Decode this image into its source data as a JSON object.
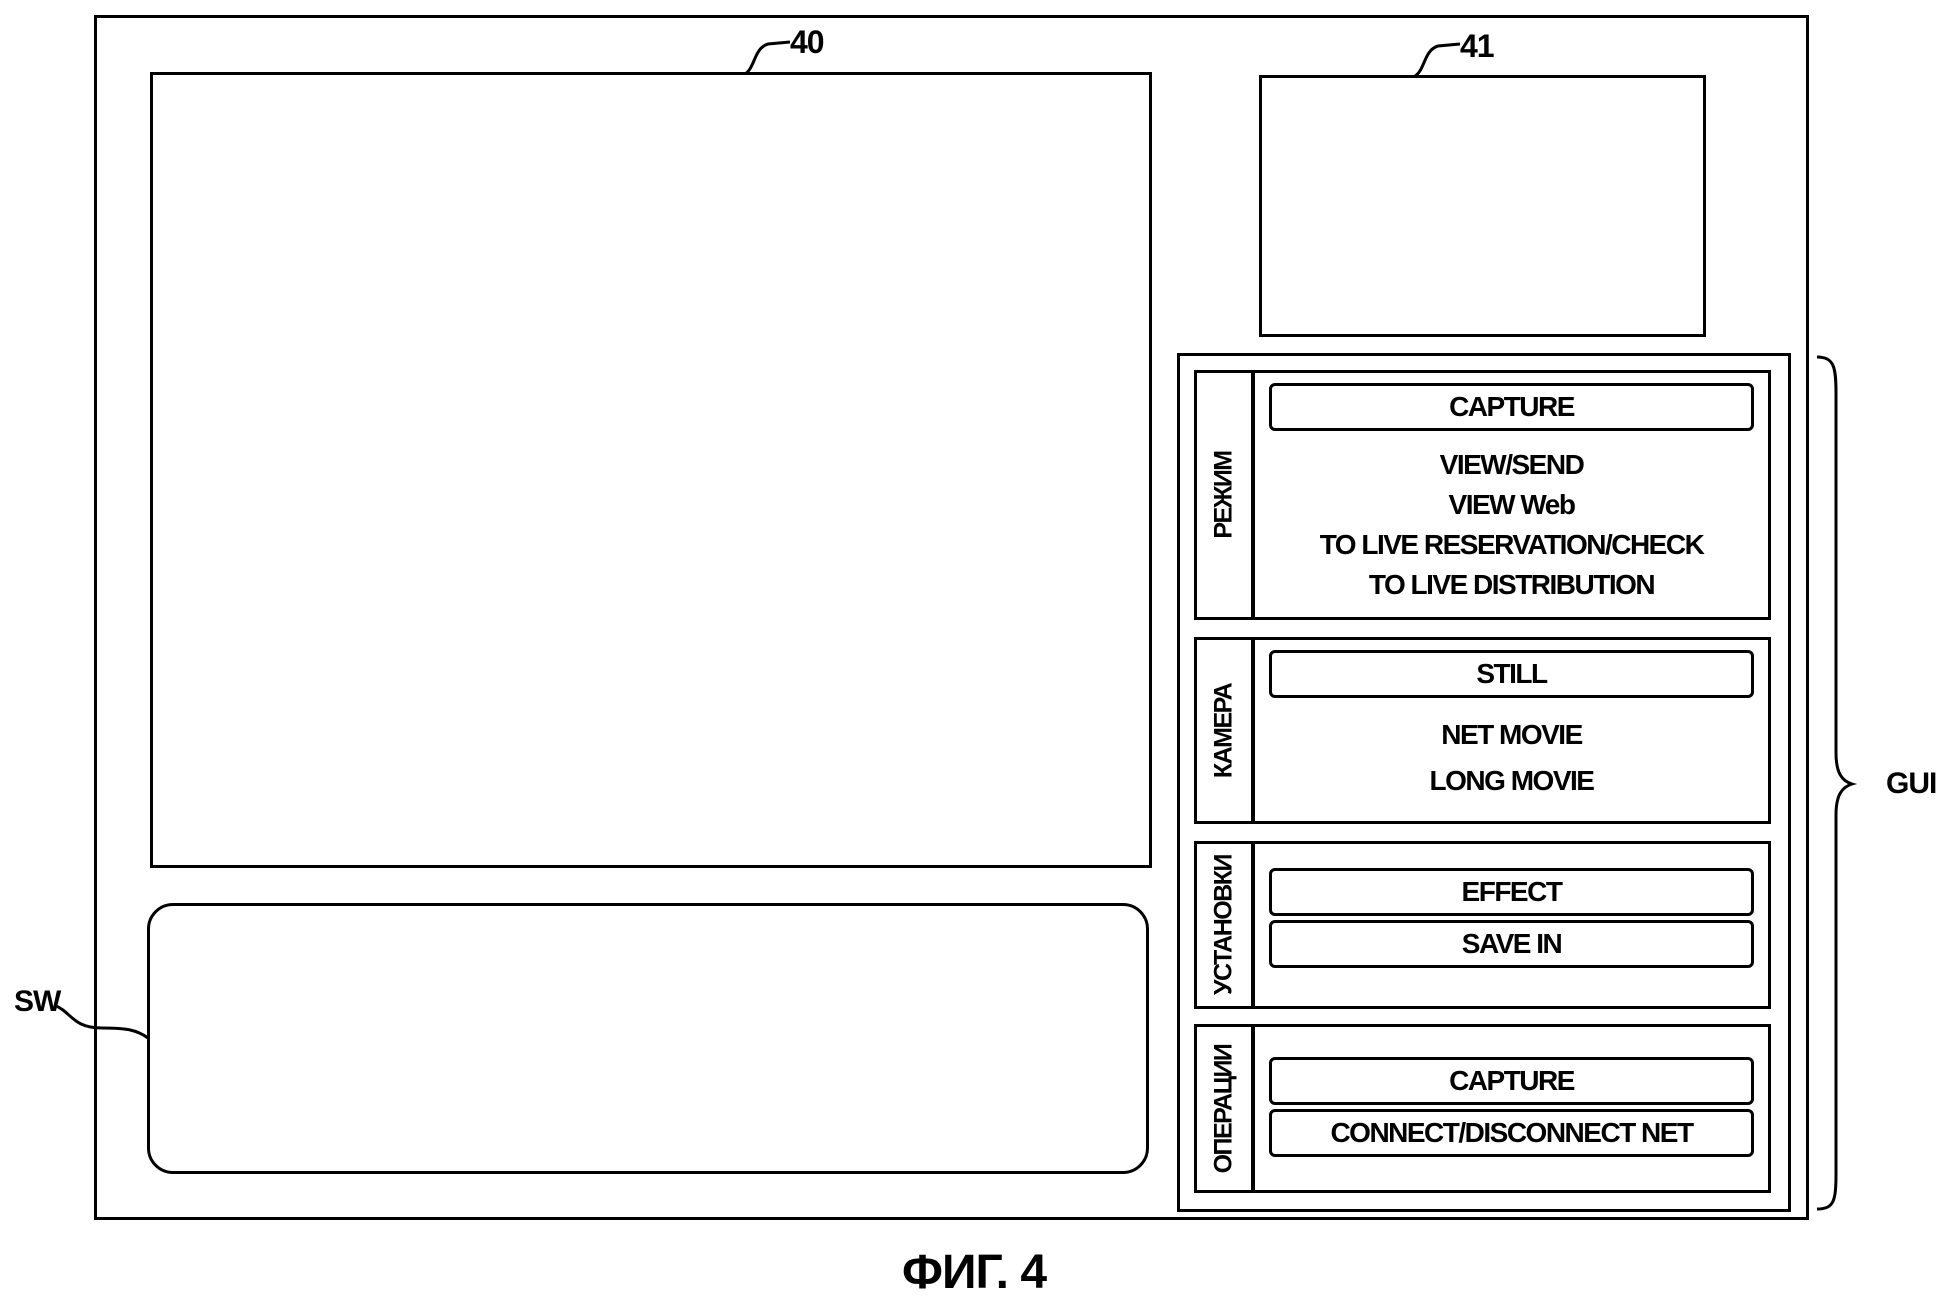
{
  "refs": {
    "main_view": "40",
    "preview": "41",
    "sw": "SW",
    "gui": "GUI"
  },
  "caption": "ФИГ. 4",
  "sections": [
    {
      "label": "РЕЖИМ",
      "button": "CAPTURE",
      "items": [
        "VIEW/SEND",
        "VIEW Web",
        "TO LIVE RESERVATION/CHECK",
        "TO LIVE DISTRIBUTION"
      ]
    },
    {
      "label": "КАМЕРА",
      "button": "STILL",
      "items": [
        "NET MOVIE",
        "LONG MOVIE"
      ]
    },
    {
      "label": "УСТАНОВКИ",
      "buttons": [
        "EFFECT",
        "SAVE IN"
      ]
    },
    {
      "label": "ОПЕРАЦИИ",
      "buttons": [
        "CAPTURE",
        "CONNECT/DISCONNECT NET"
      ]
    }
  ]
}
